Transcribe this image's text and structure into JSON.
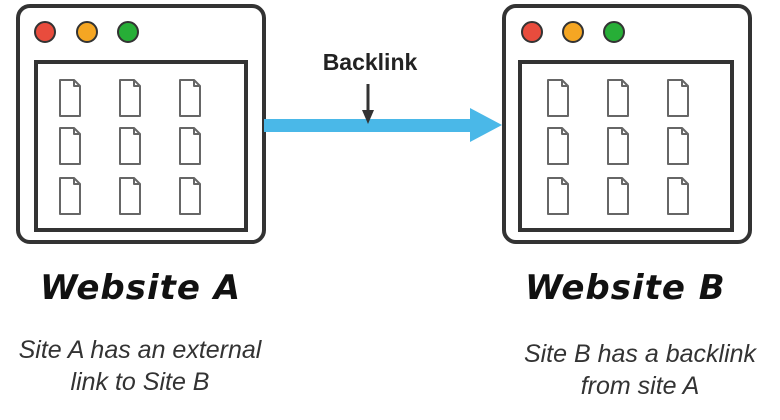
{
  "arrow": {
    "label": "Backlink",
    "color": "#4ab8e8"
  },
  "window_buttons": [
    "#e84c3d",
    "#f5a623",
    "#27ae37"
  ],
  "sites": [
    {
      "title": "Website A",
      "caption_lines": [
        "Site A has an external",
        "link to Site B"
      ]
    },
    {
      "title": "Website B",
      "caption_lines": [
        "Site B has a backlink",
        "from site A"
      ]
    }
  ]
}
